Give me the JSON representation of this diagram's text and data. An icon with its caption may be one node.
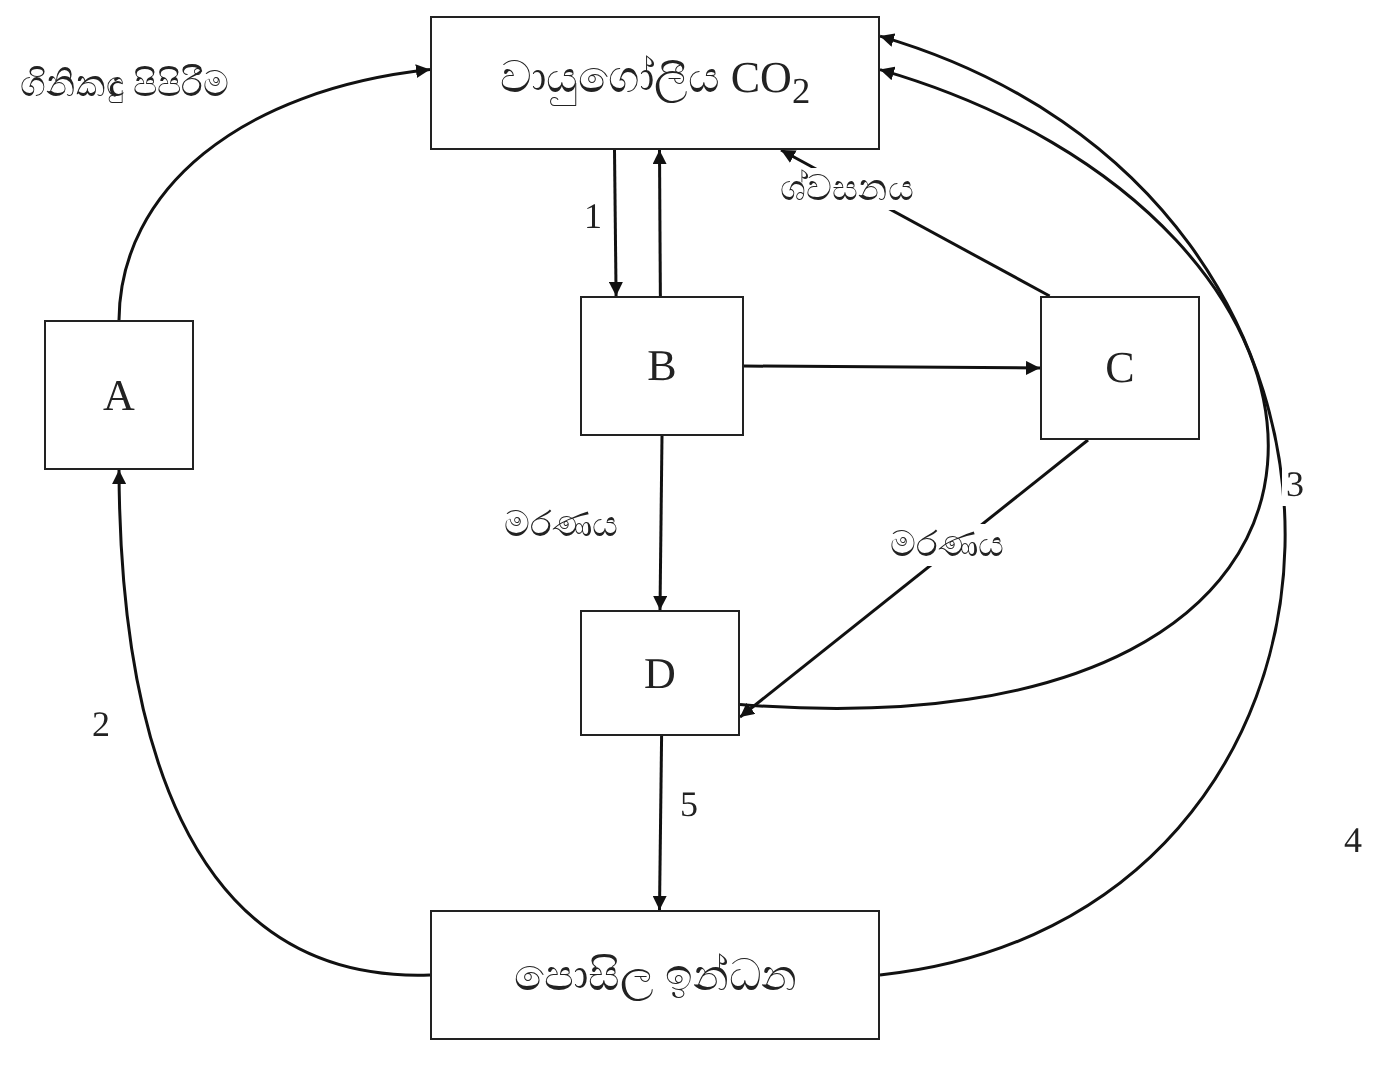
{
  "diagram": {
    "nodes": [
      {
        "text": [
          "වායුගෝලීය CO$_{2}$"
        ]
      },
      {
        "text": [
          "A"
        ]
      },
      {
        "text": [
          "B"
        ]
      },
      {
        "text": [
          "C"
        ]
      },
      {
        "text": [
          "D"
        ]
      },
      {
        "text": [
          "පොසිල ඉන්ධන"
        ]
      }
    ],
    "edges": [
      {
        "from": 1,
        "to": 0,
        "arrow": "to",
        "label": "ගිනිකඳු පිපිරීම"
      },
      {
        "from": 0,
        "to": 2,
        "arrow": "to",
        "label": "1"
      },
      {
        "from": 2,
        "to": 0,
        "arrow": "to"
      },
      {
        "from": 3,
        "to": 0,
        "arrow": "to",
        "label": "ශ්වසනය"
      },
      {
        "from": 2,
        "to": 3,
        "arrow": "to"
      },
      {
        "from": 2,
        "to": 4,
        "arrow": "to",
        "label": "මරණය"
      },
      {
        "from": 3,
        "to": 4,
        "arrow": "to",
        "label": "මරණය"
      },
      {
        "from": 4,
        "to": 0,
        "arrow": "to",
        "label": "3"
      },
      {
        "from": 4,
        "to": 5,
        "arrow": "to",
        "label": "5"
      },
      {
        "from": 5,
        "to": 1,
        "arrow": "to",
        "label": "2"
      },
      {
        "from": 5,
        "to": 0,
        "arrow": "to",
        "label": "4"
      }
    ]
  }
}
